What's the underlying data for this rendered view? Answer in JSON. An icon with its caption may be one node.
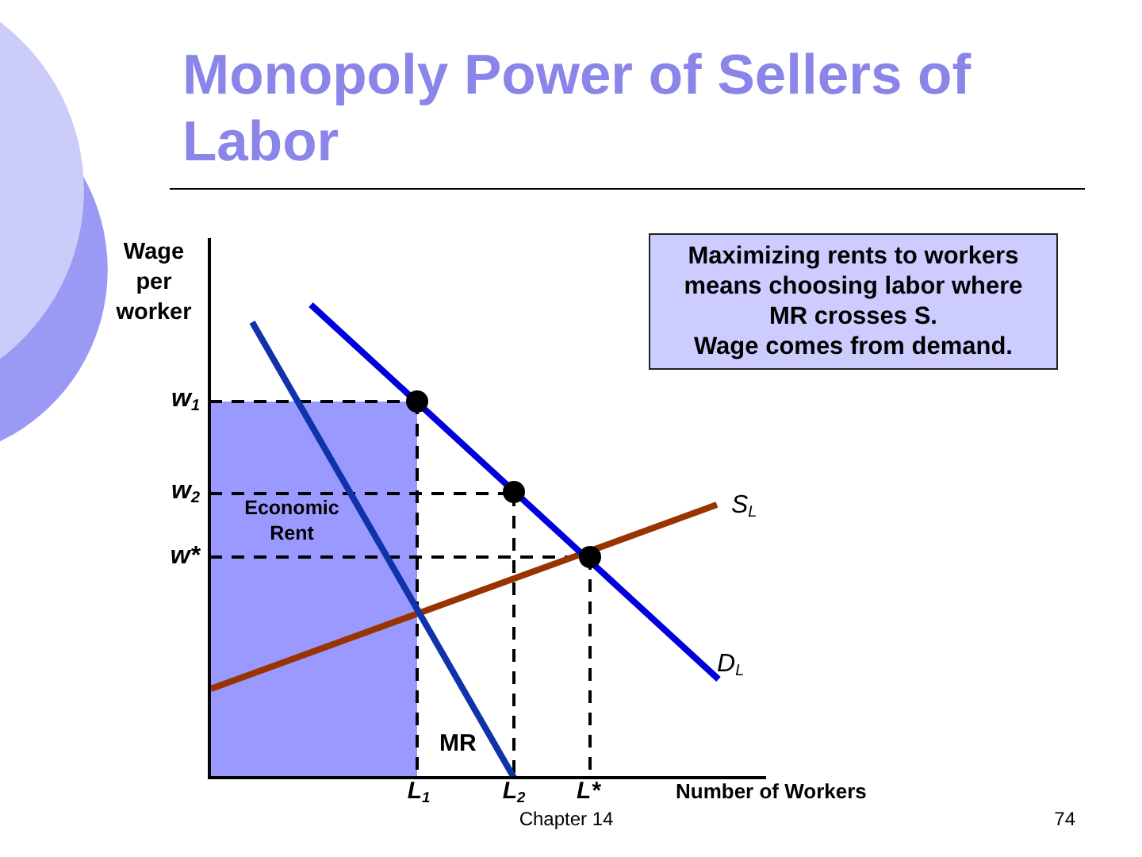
{
  "diagram": {
    "title": "Monopoly Power of Sellers of Labor",
    "nodes": [
      {
        "text": [
          "Maximizing rents to workers means choosing labor where MR crosses S.",
          "Wage comes from demand."
        ]
      }
    ],
    "labels": [
      "Wage per worker",
      "w$_{1}$",
      "w$_{2}$",
      "Economic Rent",
      "S$_{L}$",
      "w*",
      "D$_{L}$",
      "MR",
      "L$_{1}$",
      "L$_{2}$",
      "L*",
      "Number of Workers",
      "Chapter 14",
      "74"
    ]
  }
}
